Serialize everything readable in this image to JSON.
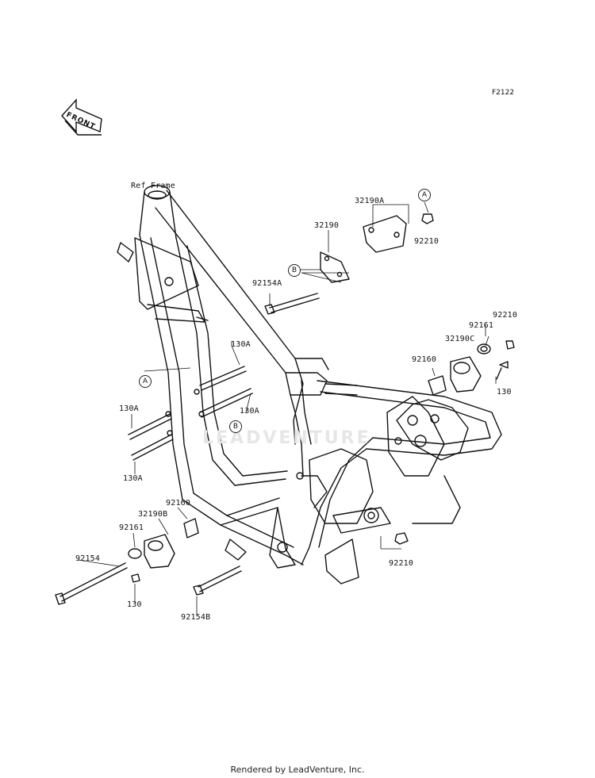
{
  "figure_id": "F2122",
  "front_label": "FRONT",
  "watermark": "LEADVENTURE",
  "footer": "Rendered by LeadVenture, Inc.",
  "callouts": {
    "a": "A",
    "b": "B"
  },
  "labels": {
    "ref_frame": "Ref.Frame",
    "p32190A": "32190A",
    "p32190": "32190",
    "p92210_top": "92210",
    "p92154A": "92154A",
    "p92210_right": "92210",
    "p92161_right": "92161",
    "p32190C": "32190C",
    "p92160_right": "92160",
    "p130_right": "130",
    "p130A_top": "130A",
    "p130A_mid": "130A",
    "p130A_left1": "130A",
    "p130A_left2": "130A",
    "p92160_left": "92160",
    "p32190B": "32190B",
    "p92161_left": "92161",
    "p92154": "92154",
    "p130_left": "130",
    "p92154B": "92154B",
    "p92210_bottom": "92210"
  }
}
